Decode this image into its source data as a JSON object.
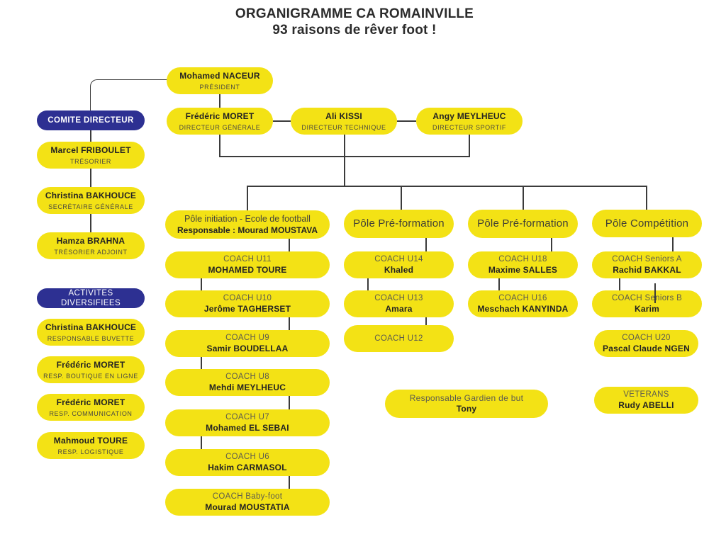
{
  "title": {
    "line1": "ORGANIGRAMME CA ROMAINVILLE",
    "line2": "93 raisons de rêver foot !"
  },
  "colors": {
    "box_yellow": "#F3E215",
    "box_blue": "#2D3092",
    "line": "#3B3B3B"
  },
  "president": {
    "name": "Mohamed NACEUR",
    "role": "PRÉSIDENT"
  },
  "directors": [
    {
      "name": "Frédéric MORET",
      "role": "DIRECTEUR GÉNÉRALE"
    },
    {
      "name": "Ali KISSI",
      "role": "DIRECTEUR TECHNIQUE"
    },
    {
      "name": "Angy MEYLHEUC",
      "role": "DIRECTEUR SPORTIF"
    }
  ],
  "comite": {
    "header": "COMITE DIRECTEUR",
    "members": [
      {
        "name": "Marcel FRIBOULET",
        "role": "TRÉSORIER"
      },
      {
        "name": "Christina BAKHOUCE",
        "role": "SECRÉTAIRE GÉNÉRALE"
      },
      {
        "name": "Hamza BRAHNA",
        "role": "TRÉSORIER ADJOINT"
      }
    ]
  },
  "activites": {
    "header": "ACTIVITES DIVERSIFIEES",
    "members": [
      {
        "name": "Christina BAKHOUCE",
        "role": "RESPONSABLE BUVETTE"
      },
      {
        "name": "Frédéric MORET",
        "role": "RESP. BOUTIQUE EN LIGNE"
      },
      {
        "name": "Frédéric MORET",
        "role": "RESP. COMMUNICATION"
      },
      {
        "name": "Mahmoud TOURE",
        "role": "RESP. LOGISTIQUE"
      }
    ]
  },
  "poles": {
    "initiation": {
      "title1": "Pôle initiation - Ecole de football",
      "title2": "Responsable : Mourad MOUSTAVA",
      "coaches": [
        {
          "label": "COACH U11",
          "name": "MOHAMED TOURE"
        },
        {
          "label": "COACH U10",
          "name": "Jerôme TAGHERSET"
        },
        {
          "label": "COACH U9",
          "name": "Samir BOUDELLAA"
        },
        {
          "label": "COACH U8",
          "name": "Mehdi MEYLHEUC"
        },
        {
          "label": "COACH U7",
          "name": "Mohamed EL SEBAI"
        },
        {
          "label": "COACH U6",
          "name": "Hakim CARMASOL"
        },
        {
          "label": "COACH Baby-foot",
          "name": "Mourad MOUSTATIA"
        }
      ]
    },
    "pre1": {
      "title": "Pôle Pré-formation",
      "coaches": [
        {
          "label": "COACH U14",
          "name": "Khaled"
        },
        {
          "label": "COACH U13",
          "name": "Amara"
        },
        {
          "label": "COACH U12",
          "name": ""
        }
      ]
    },
    "pre2": {
      "title": "Pôle Pré-formation",
      "coaches": [
        {
          "label": "COACH U18",
          "name": "Maxime SALLES"
        },
        {
          "label": "COACH U16",
          "name": "Meschach KANYINDA"
        }
      ]
    },
    "competition": {
      "title": "Pôle Compétition",
      "coaches": [
        {
          "label": "COACH Seniors A",
          "name": "Rachid BAKKAL"
        },
        {
          "label": "COACH Seniors B",
          "name": "Karim"
        },
        {
          "label": "COACH U20",
          "name": "Pascal Claude NGEN"
        },
        {
          "label": "VETERANS",
          "name": "Rudy ABELLI"
        }
      ]
    }
  },
  "gardien": {
    "label": "Responsable Gardien de but",
    "name": "Tony"
  }
}
